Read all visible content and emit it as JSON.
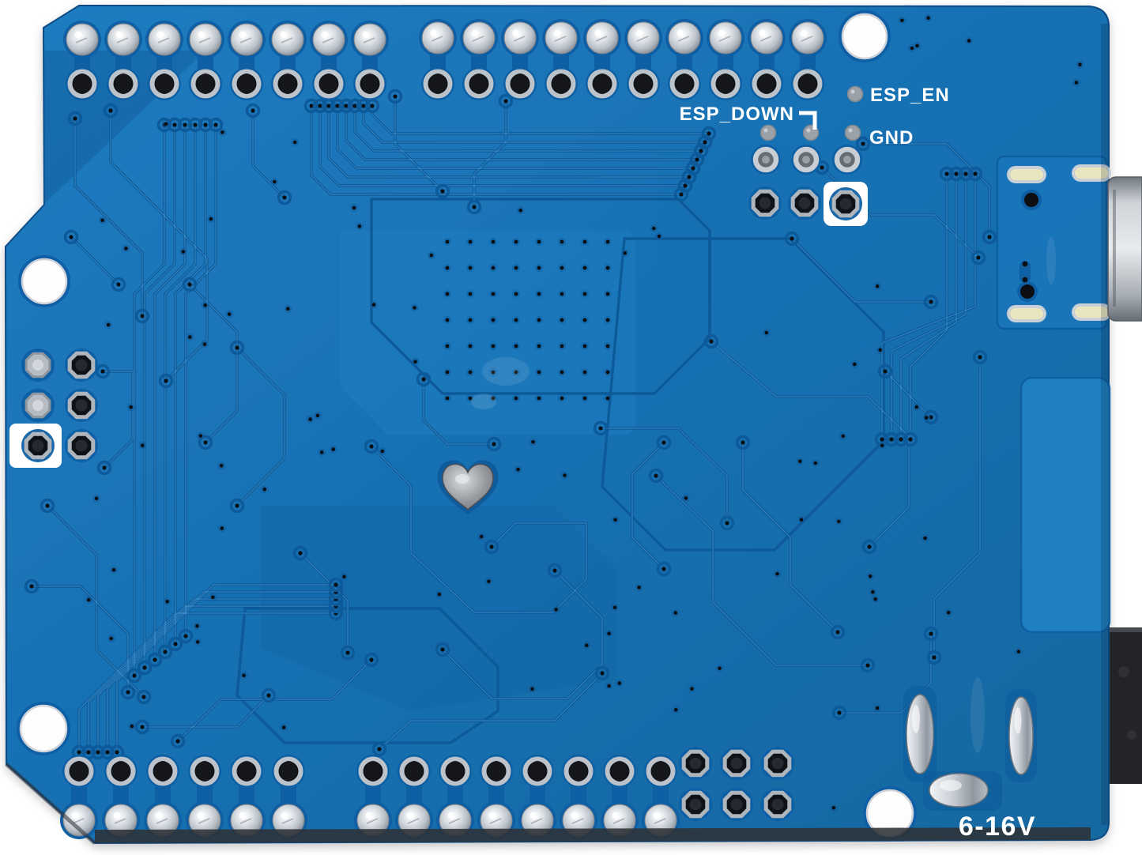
{
  "scene": {
    "description": "Photograph of the back (solder side) of a blue Arduino UNO form-factor ESP development board PCB on a white background",
    "background_color": "#ffffff"
  },
  "board": {
    "solder_mask_color": "#1a72b6",
    "trace_color": "#0d5a9a",
    "silkscreen_color": "#ffffff",
    "labels": {
      "esp_en": "ESP_EN",
      "esp_down": "ESP_DOWN",
      "gnd": "GND",
      "power_range": "6-16V"
    },
    "headers": {
      "top_left_pins": 8,
      "top_right_pins": 10,
      "bottom_left_pins": 6,
      "bottom_right_pins": 8,
      "icsp_pads": 6,
      "aux_pads": 6,
      "esp_header_pads": 9
    },
    "features": {
      "mounting_holes": 4,
      "usb_connector": "USB connector protruding from right edge",
      "power_jack": "Black barrel-jack body protruding from lower right edge",
      "heart_mark": "Heart-shaped exposed solder spot near board center",
      "pin1_markers": "Two white square pin-1 markers"
    }
  }
}
